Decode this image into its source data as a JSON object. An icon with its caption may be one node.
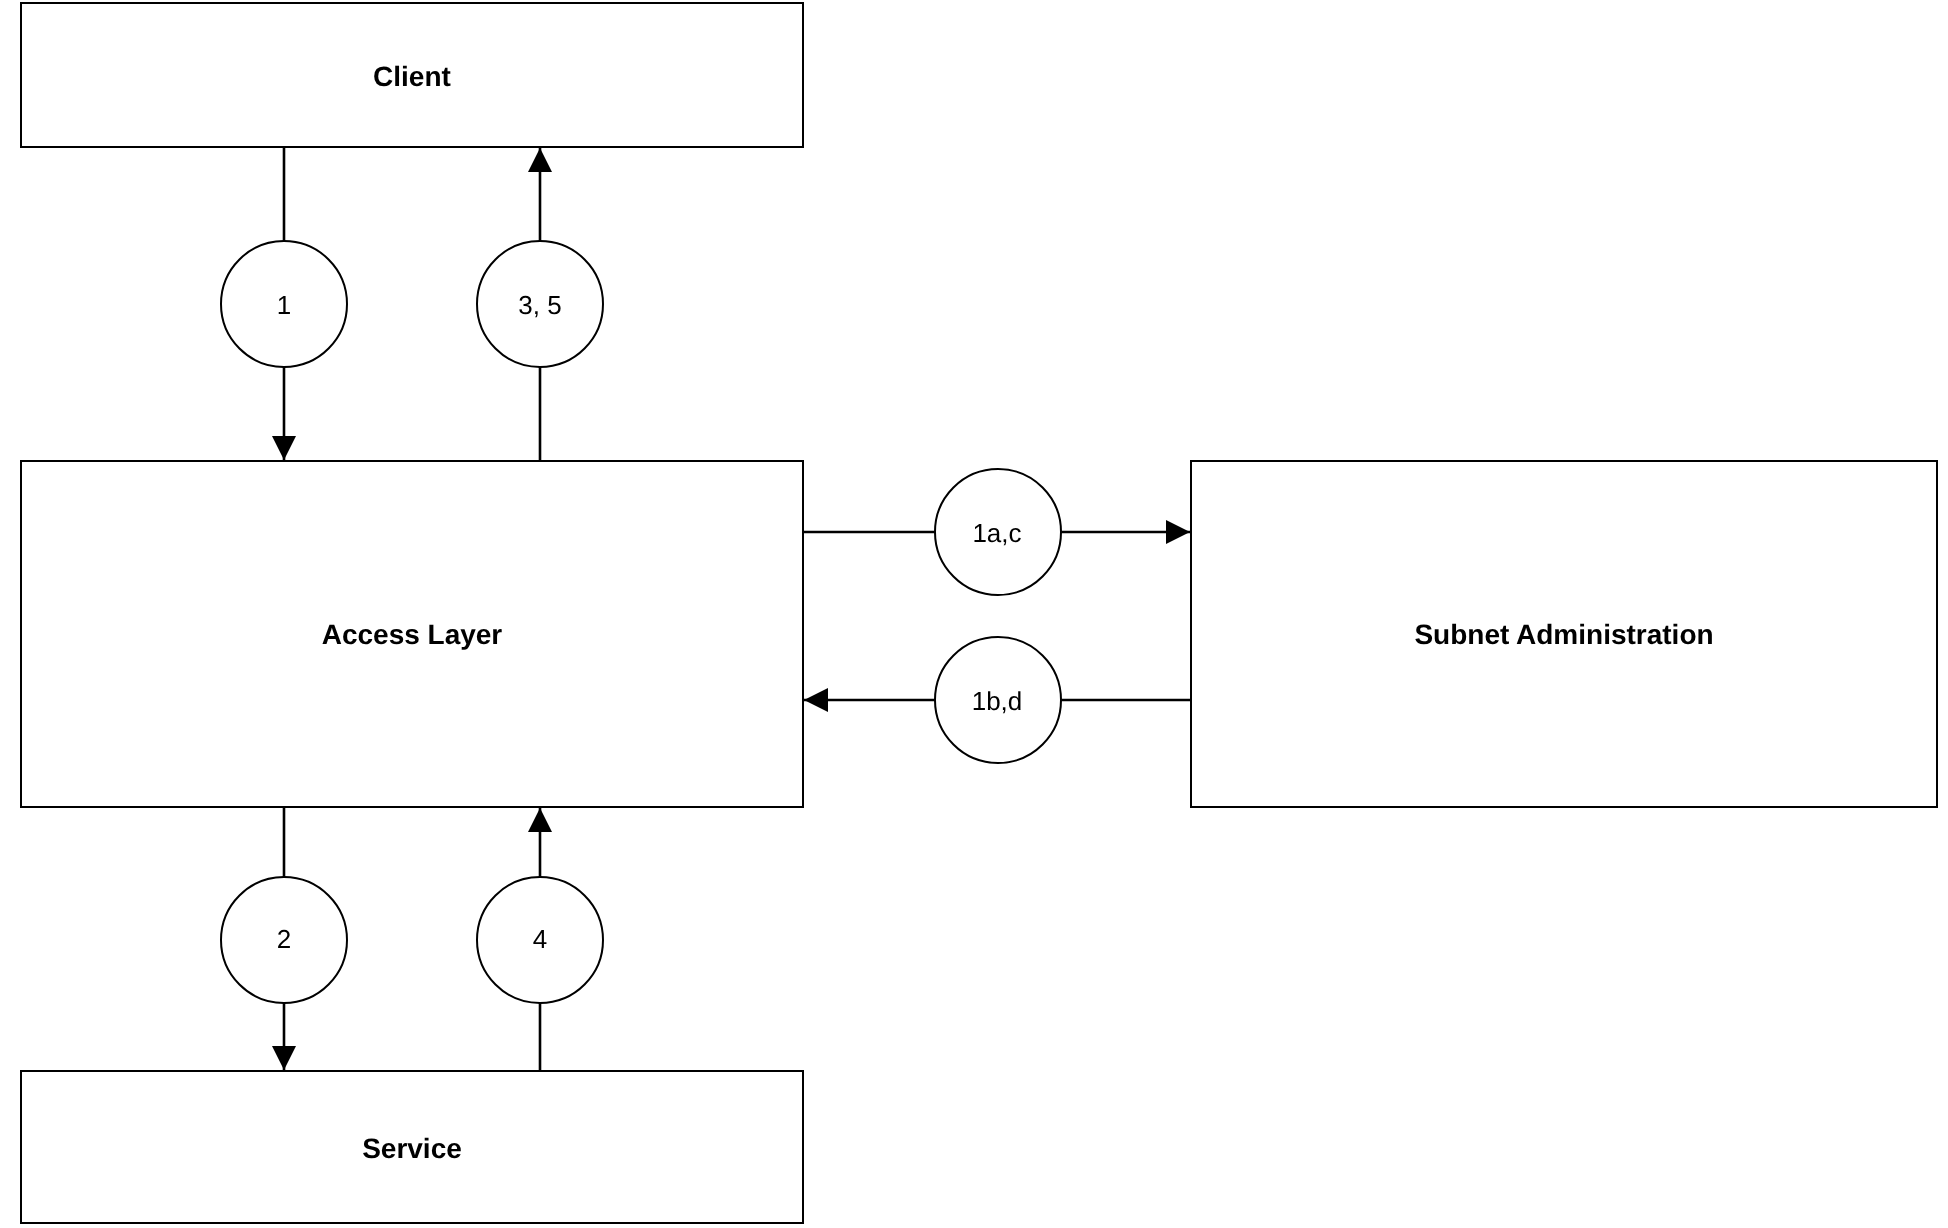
{
  "diagram": {
    "nodes": [
      {
        "text": [
          "Client"
        ]
      },
      {
        "text": [
          "Access Layer"
        ]
      },
      {
        "text": [
          "Subnet Administration"
        ]
      },
      {
        "text": [
          "Service"
        ]
      }
    ],
    "edges": [
      {
        "from": 0,
        "to": 1,
        "arrow": "to",
        "label": "1"
      },
      {
        "from": 1,
        "to": 0,
        "arrow": "to",
        "label": "3, 5"
      },
      {
        "from": 1,
        "to": 2,
        "arrow": "to",
        "label": "1a,c"
      },
      {
        "from": 2,
        "to": 1,
        "arrow": "to",
        "label": "1b,d"
      },
      {
        "from": 1,
        "to": 3,
        "arrow": "to",
        "label": "2"
      },
      {
        "from": 3,
        "to": 1,
        "arrow": "to",
        "label": "4"
      }
    ]
  }
}
